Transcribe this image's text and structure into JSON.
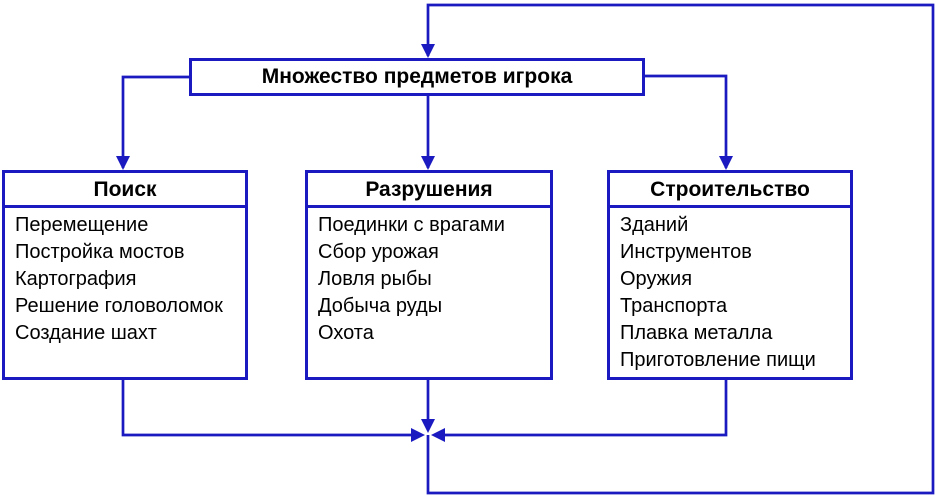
{
  "diagram": {
    "root_box": {
      "title": "Множество предметов игрока"
    },
    "columns": [
      {
        "title": "Поиск",
        "items": [
          "Перемещение",
          "Постройка мостов",
          "Картография",
          "Решение головоломок",
          "Создание шахт"
        ]
      },
      {
        "title": "Разрушения",
        "items": [
          "Поединки с врагами",
          "Сбор урожая",
          "Ловля рыбы",
          "Добыча руды",
          "Охота"
        ]
      },
      {
        "title": "Строительство",
        "items": [
          "Зданий",
          "Инструментов",
          "Оружия",
          "Транспорта",
          "Плавка металла",
          "Приготовление пищи"
        ]
      }
    ],
    "colors": {
      "line": "#1a1ac0",
      "text": "#000000",
      "box_fill": "#ffffff",
      "background": "#ffffff"
    }
  }
}
